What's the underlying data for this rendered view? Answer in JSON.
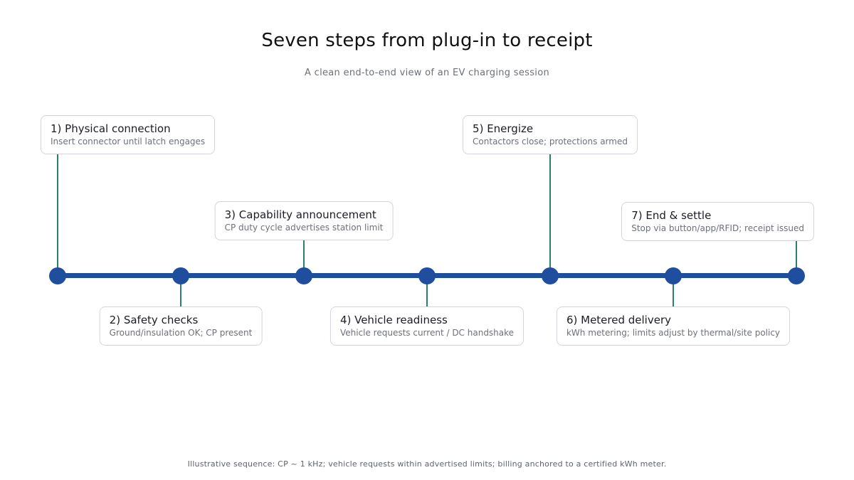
{
  "header": {
    "title": "Seven steps from plug-in to receipt",
    "subtitle": "A clean end-to-end view of an EV charging session"
  },
  "steps": [
    {
      "title": "1) Physical connection",
      "desc": "Insert connector until latch engages"
    },
    {
      "title": "2) Safety checks",
      "desc": "Ground/insulation OK; CP present"
    },
    {
      "title": "3) Capability announcement",
      "desc": "CP duty cycle advertises station limit"
    },
    {
      "title": "4) Vehicle readiness",
      "desc": "Vehicle requests current / DC handshake"
    },
    {
      "title": "5) Energize",
      "desc": "Contactors close; protections armed"
    },
    {
      "title": "6) Metered delivery",
      "desc": "kWh metering; limits adjust by thermal/site policy"
    },
    {
      "title": "7) End & settle",
      "desc": "Stop via button/app/RFID; receipt issued"
    }
  ],
  "footer": {
    "note": "Illustrative sequence: CP ~ 1 kHz; vehicle requests within advertised limits; billing anchored to a certified kWh meter."
  },
  "colors": {
    "timeline_blue": "#1f4e9e",
    "stem_teal": "#2b7f6d",
    "card_border": "#d4d4dc",
    "title_text": "#111111",
    "muted_text": "#6b7078"
  }
}
